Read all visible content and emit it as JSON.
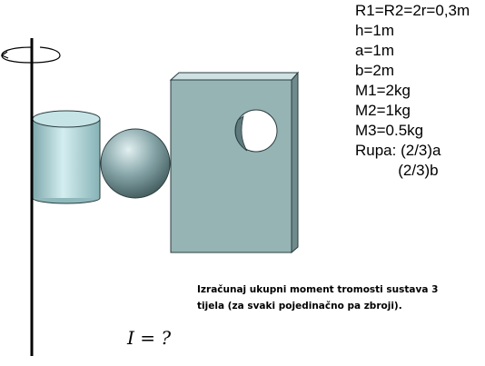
{
  "params": [
    "R1=R2=2r=0,3m",
    "h=1m",
    "a=1m",
    "b=2m",
    "M1=2kg",
    "M2=1kg",
    "M3=0.5kg",
    "Rupa: (2/3)a",
    "          (2/3)b"
  ],
  "task": {
    "line1": "Izračunaj ukupni moment tromosti sustava 3",
    "line2": "tijela (za svaki pojedinačno pa zbroji)."
  },
  "question": "I = ?",
  "colors": {
    "cylinder": "#a9d3d6",
    "sphere": "#7d9da0",
    "plate_front": "#97b4b5",
    "plate_top": "#cfe1e2",
    "plate_side": "#6f8b8c",
    "axis": "#000000"
  },
  "icons": [
    "rotation-arrow-icon"
  ]
}
